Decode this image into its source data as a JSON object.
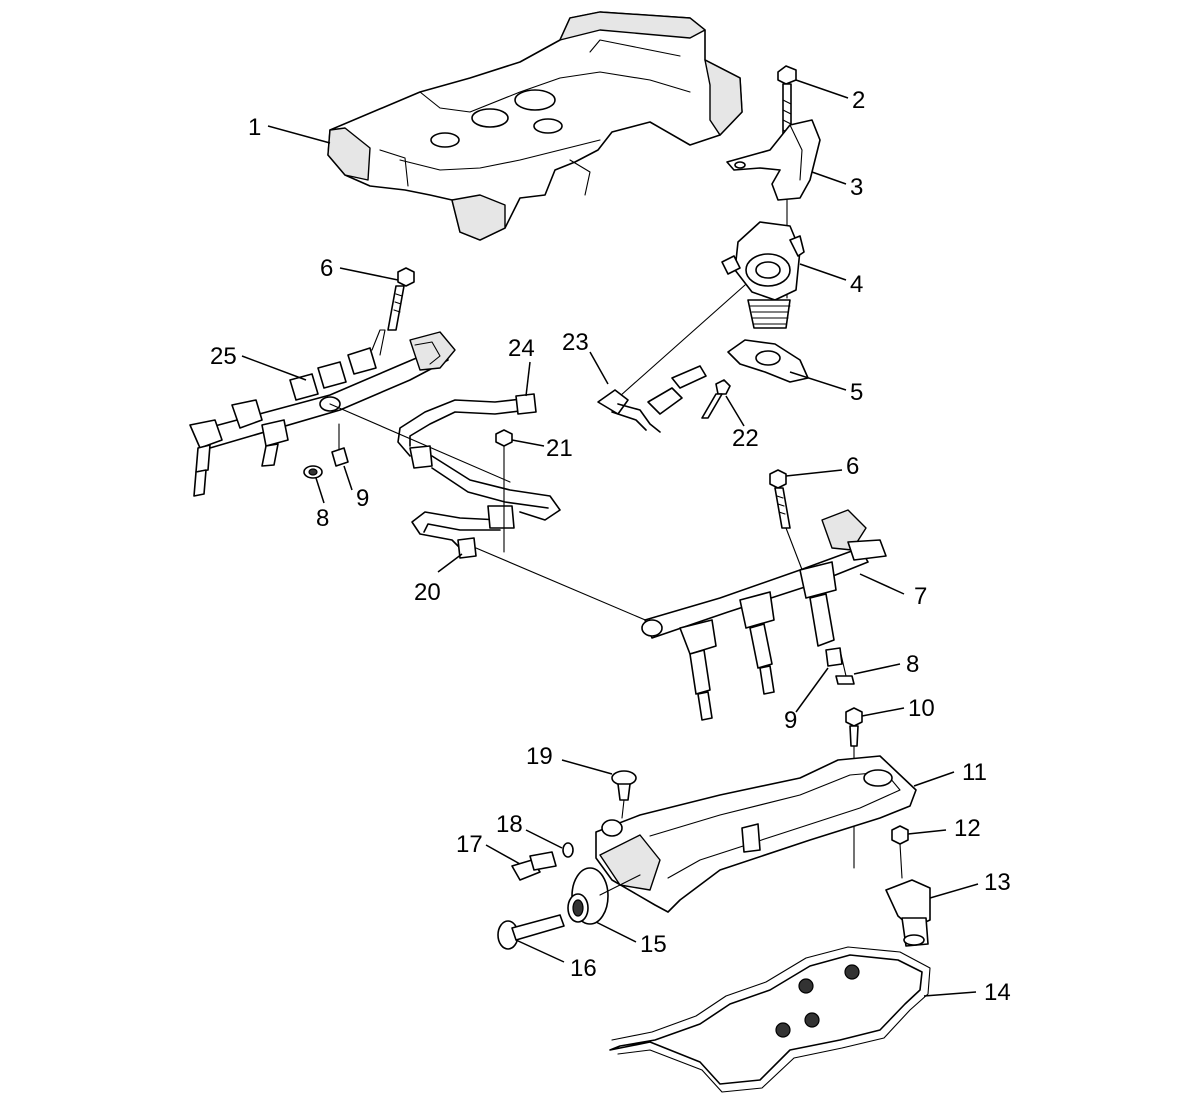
{
  "callouts": [
    {
      "id": "c1",
      "text": "1"
    },
    {
      "id": "c2",
      "text": "2"
    },
    {
      "id": "c3",
      "text": "3"
    },
    {
      "id": "c4",
      "text": "4"
    },
    {
      "id": "c5",
      "text": "5"
    },
    {
      "id": "c6a",
      "text": "6"
    },
    {
      "id": "c6b",
      "text": "6"
    },
    {
      "id": "c7",
      "text": "7"
    },
    {
      "id": "c8a",
      "text": "8"
    },
    {
      "id": "c8b",
      "text": "8"
    },
    {
      "id": "c9a",
      "text": "9"
    },
    {
      "id": "c9b",
      "text": "9"
    },
    {
      "id": "c10",
      "text": "10"
    },
    {
      "id": "c11",
      "text": "11"
    },
    {
      "id": "c12",
      "text": "12"
    },
    {
      "id": "c13",
      "text": "13"
    },
    {
      "id": "c14",
      "text": "14"
    },
    {
      "id": "c15",
      "text": "15"
    },
    {
      "id": "c16",
      "text": "16"
    },
    {
      "id": "c17",
      "text": "17"
    },
    {
      "id": "c18",
      "text": "18"
    },
    {
      "id": "c19",
      "text": "19"
    },
    {
      "id": "c20",
      "text": "20"
    },
    {
      "id": "c21",
      "text": "21"
    },
    {
      "id": "c22",
      "text": "22"
    },
    {
      "id": "c23",
      "text": "23"
    },
    {
      "id": "c24",
      "text": "24"
    },
    {
      "id": "c25",
      "text": "25"
    }
  ]
}
